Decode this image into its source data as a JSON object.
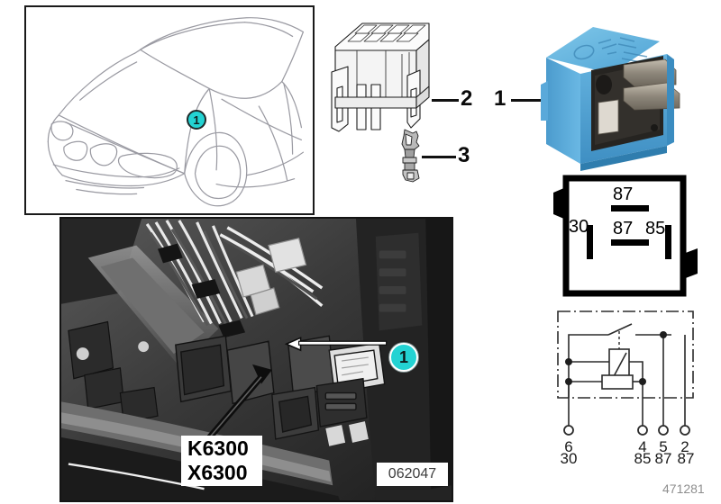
{
  "document": {
    "number": "471281"
  },
  "car_panel": {
    "name": "vehicle-location-illustration",
    "callout_label": "1"
  },
  "parts_index": [
    {
      "number": "1",
      "target": "relay-photo"
    },
    {
      "number": "2",
      "target": "connector-housing"
    },
    {
      "number": "3",
      "target": "terminal-pin"
    }
  ],
  "relay_photo": {
    "body_color": "#5cb3e0",
    "body_color_dark": "#3f93c4",
    "terminal_color": "#9a9287",
    "interior_color": "#2b2b2b"
  },
  "pin_layout": {
    "title": "relay-terminal-layout",
    "terminals": [
      {
        "label": "87",
        "position": "top-center",
        "orientation": "horizontal"
      },
      {
        "label": "30",
        "position": "middle-left",
        "orientation": "vertical"
      },
      {
        "label": "87",
        "position": "middle-center",
        "orientation": "horizontal"
      },
      {
        "label": "85",
        "position": "middle-right",
        "orientation": "vertical"
      }
    ]
  },
  "schematic": {
    "title": "relay-circuit-schematic",
    "pins": [
      {
        "pin": "6",
        "terminal": "30"
      },
      {
        "pin": "4",
        "terminal": "85"
      },
      {
        "pin": "5",
        "terminal": "87"
      },
      {
        "pin": "2",
        "terminal": "87"
      }
    ],
    "components": [
      "switch-contact",
      "relay-coil",
      "resistor"
    ]
  },
  "engine_photo": {
    "callout_label": "1",
    "component_label_line1": "K6300",
    "component_label_line2": "X6300",
    "photo_id": "062047"
  }
}
